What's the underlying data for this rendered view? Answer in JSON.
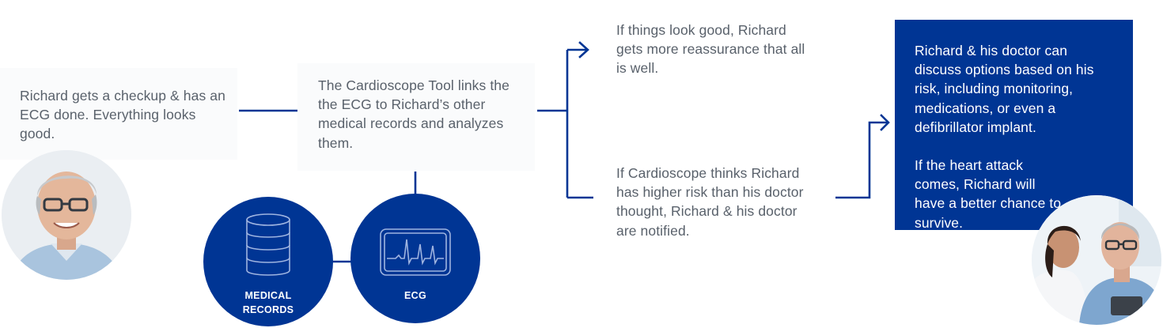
{
  "step1": {
    "text": "Richard gets a checkup & has an ECG done. Everything looks good."
  },
  "step2": {
    "text": "The Cardioscope Tool links the the ECG to Richard’s other medical records and analyzes them."
  },
  "inputs": {
    "records_line1": "MEDICAL",
    "records_line2": "RECORDS",
    "ecg_label": "ECG"
  },
  "outcome_good": {
    "text": "If things look good, Richard gets more reassurance that all is well."
  },
  "outcome_risk": {
    "text": "If Cardioscope thinks Richard has higher risk than his doctor thought, Richard & his doctor are notified."
  },
  "final": {
    "para1": "Richard & his doctor can discuss options based on his risk, including monitoring, medications, or even a defibrillator implant.",
    "para2": "If the heart attack comes, Richard will have a better chance to survive."
  },
  "colors": {
    "brand_blue": "#003594",
    "body_text": "#59616b"
  },
  "icons": [
    "man-portrait-photo",
    "database-icon",
    "ecg-monitor-icon",
    "arrow-right-icon",
    "doctor-patient-photo"
  ]
}
